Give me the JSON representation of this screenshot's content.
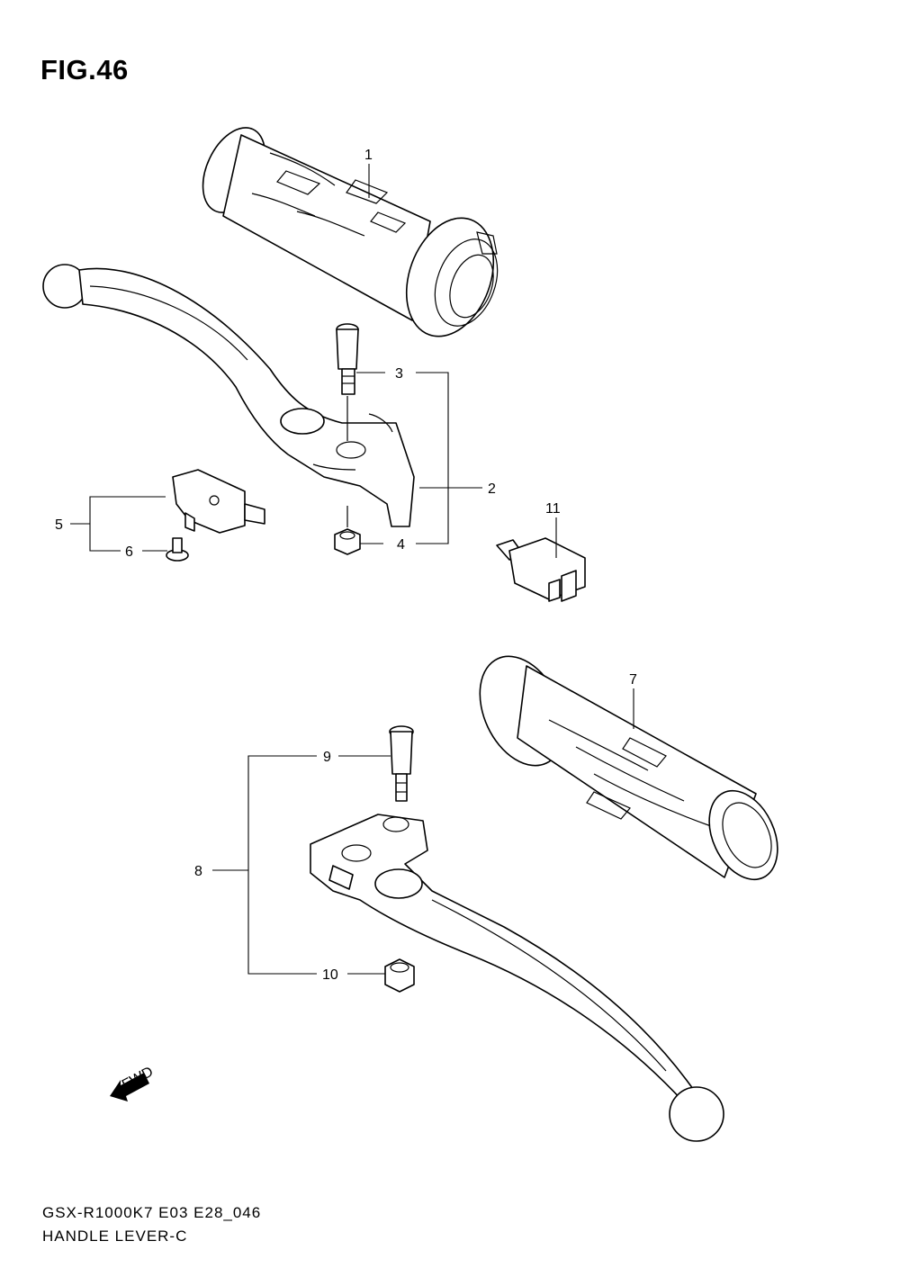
{
  "figure": {
    "title": "FIG.46"
  },
  "callouts": [
    {
      "id": "1",
      "label": "1"
    },
    {
      "id": "2",
      "label": "2"
    },
    {
      "id": "3",
      "label": "3"
    },
    {
      "id": "4",
      "label": "4"
    },
    {
      "id": "5",
      "label": "5"
    },
    {
      "id": "6",
      "label": "6"
    },
    {
      "id": "7",
      "label": "7"
    },
    {
      "id": "8",
      "label": "8"
    },
    {
      "id": "9",
      "label": "9"
    },
    {
      "id": "10",
      "label": "10"
    },
    {
      "id": "11",
      "label": "11"
    }
  ],
  "direction_marker": {
    "label": "FWD"
  },
  "footer": {
    "code": "GSX-R1000K7 E03 E28_046",
    "name": "HANDLE LEVER-C"
  }
}
